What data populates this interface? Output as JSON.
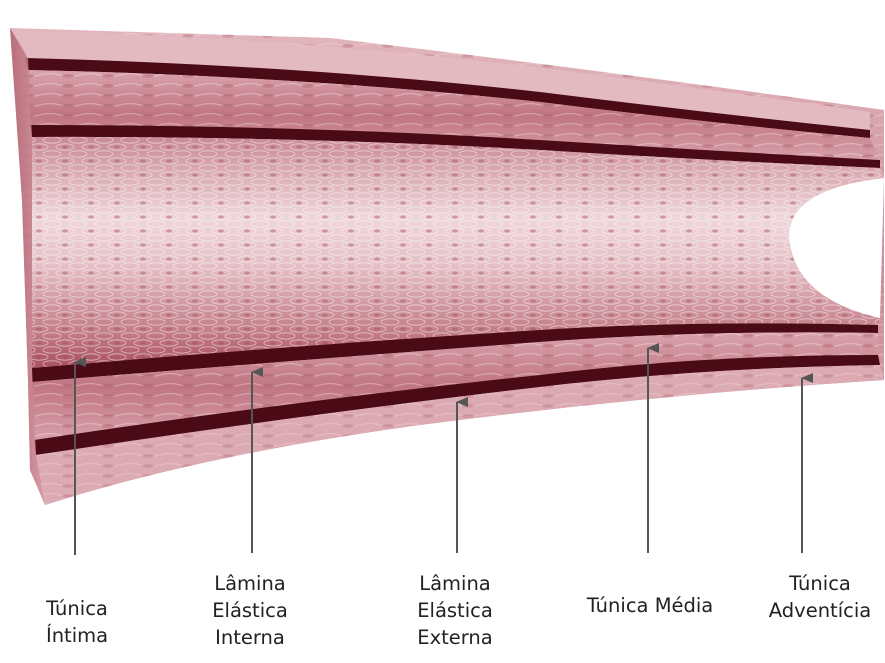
{
  "labels": {
    "intima": [
      "Túnica",
      "Íntima"
    ],
    "lamina_interna": [
      "Lâmina",
      "Elástica",
      "Interna"
    ],
    "lamina_externa": [
      "Lâmina",
      "Elástica",
      "Externa"
    ],
    "media": [
      "Túnica Média"
    ],
    "adventicia": [
      "Túnica",
      "Adventícia"
    ]
  },
  "colors": {
    "tissue_base": "#c9848f",
    "tissue_light": "#eed2d6",
    "tissue_mid": "#b3606d",
    "lamina_dark": "#4a0b17",
    "arrow": "#555555",
    "text": "#222222"
  }
}
